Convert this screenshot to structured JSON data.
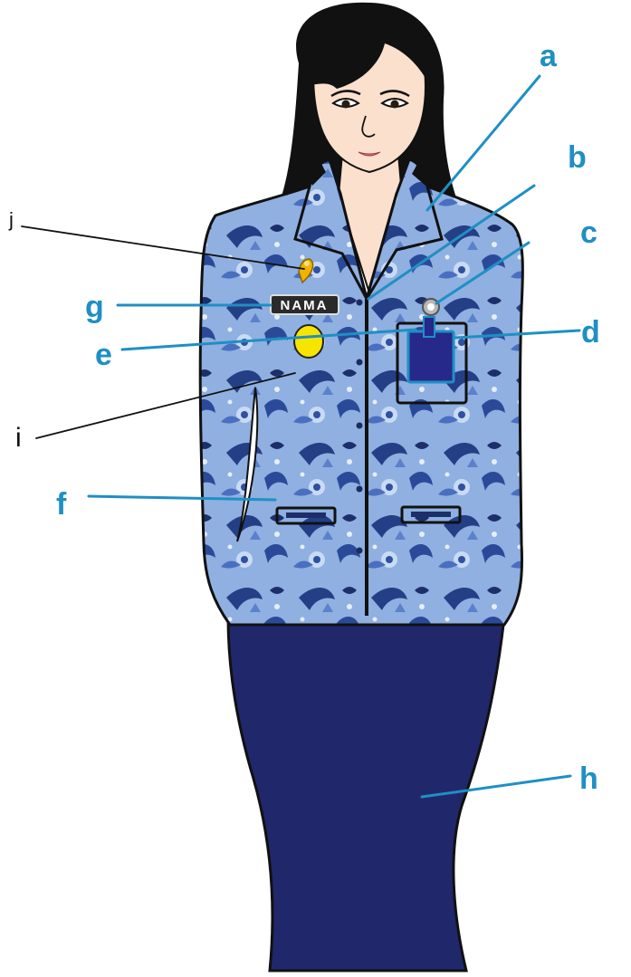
{
  "colors": {
    "label_blue": "#1f8fc4",
    "batik_base": "#8fb0e0",
    "batik_dark": "#1d2f6b",
    "skirt": "#21276b",
    "hair": "#111111",
    "skin": "#fbe0cd",
    "badge_yellow": "#f7e500",
    "pin_gold": "#f0b400"
  },
  "nametag": {
    "text": "NAMA"
  },
  "labels": {
    "a": "a",
    "b": "b",
    "c": "c",
    "d": "d",
    "e": "e",
    "f": "f",
    "g": "g",
    "h": "h",
    "i": "i",
    "j": "j"
  }
}
